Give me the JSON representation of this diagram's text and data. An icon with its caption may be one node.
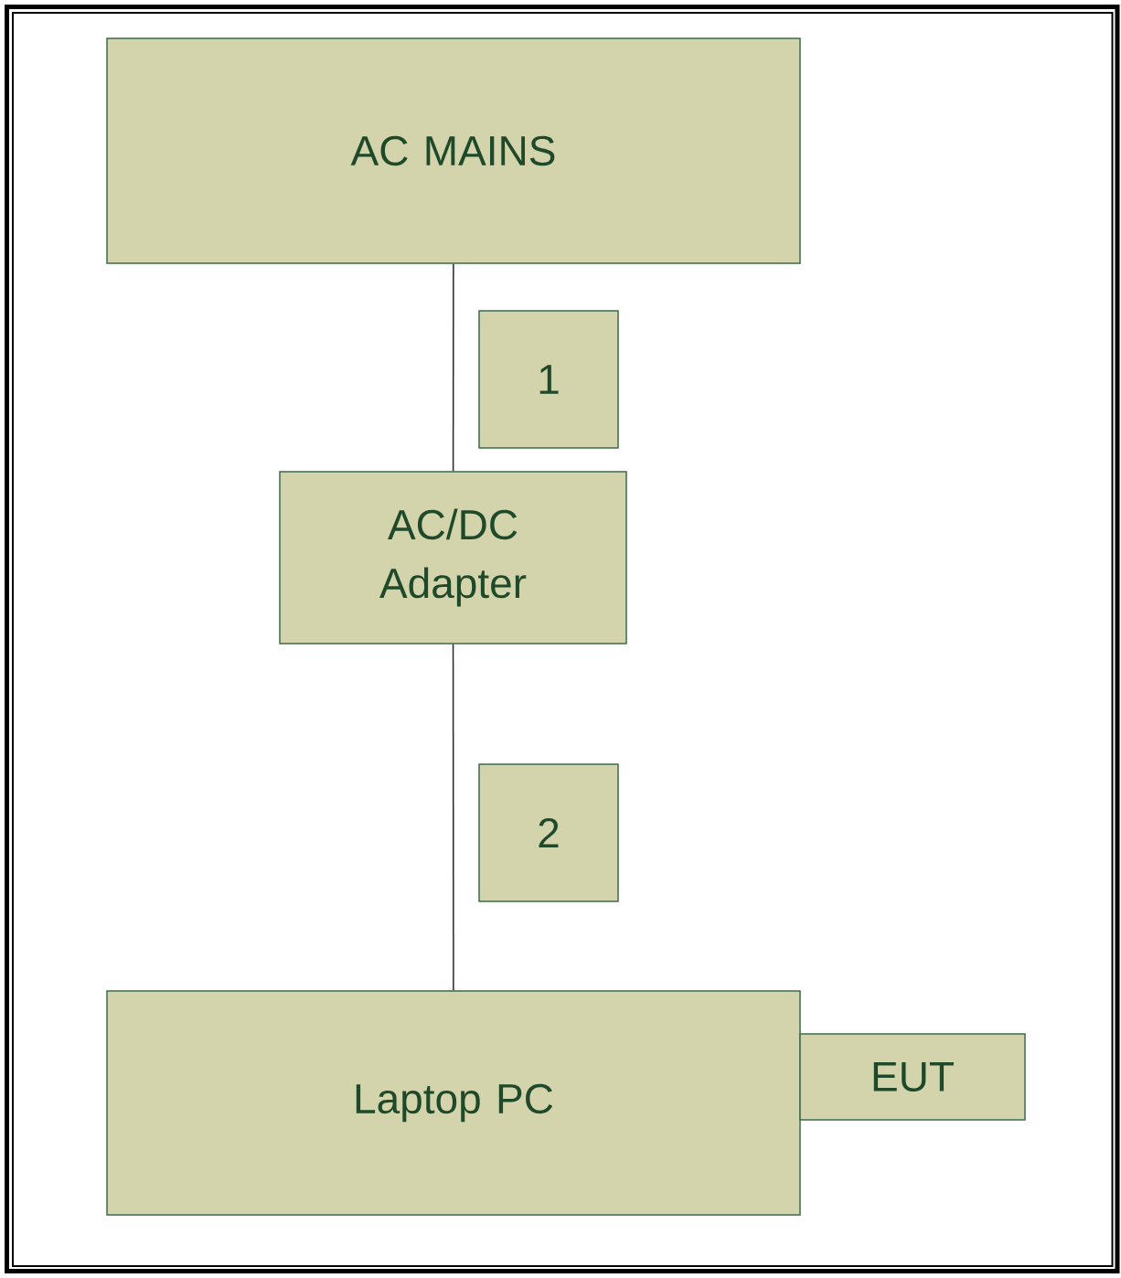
{
  "diagram": {
    "nodes": [
      {
        "text": [
          "AC MAINS"
        ]
      },
      {
        "text": [
          "1"
        ]
      },
      {
        "text": [
          "AC/DC Adapter"
        ]
      },
      {
        "text": [
          "2"
        ]
      },
      {
        "text": [
          "Laptop PC"
        ]
      },
      {
        "text": [
          "EUT"
        ]
      }
    ],
    "edges": [
      {
        "from": 0,
        "to": 2,
        "arrow": "none"
      },
      {
        "from": 2,
        "to": 4,
        "arrow": "none"
      }
    ]
  }
}
